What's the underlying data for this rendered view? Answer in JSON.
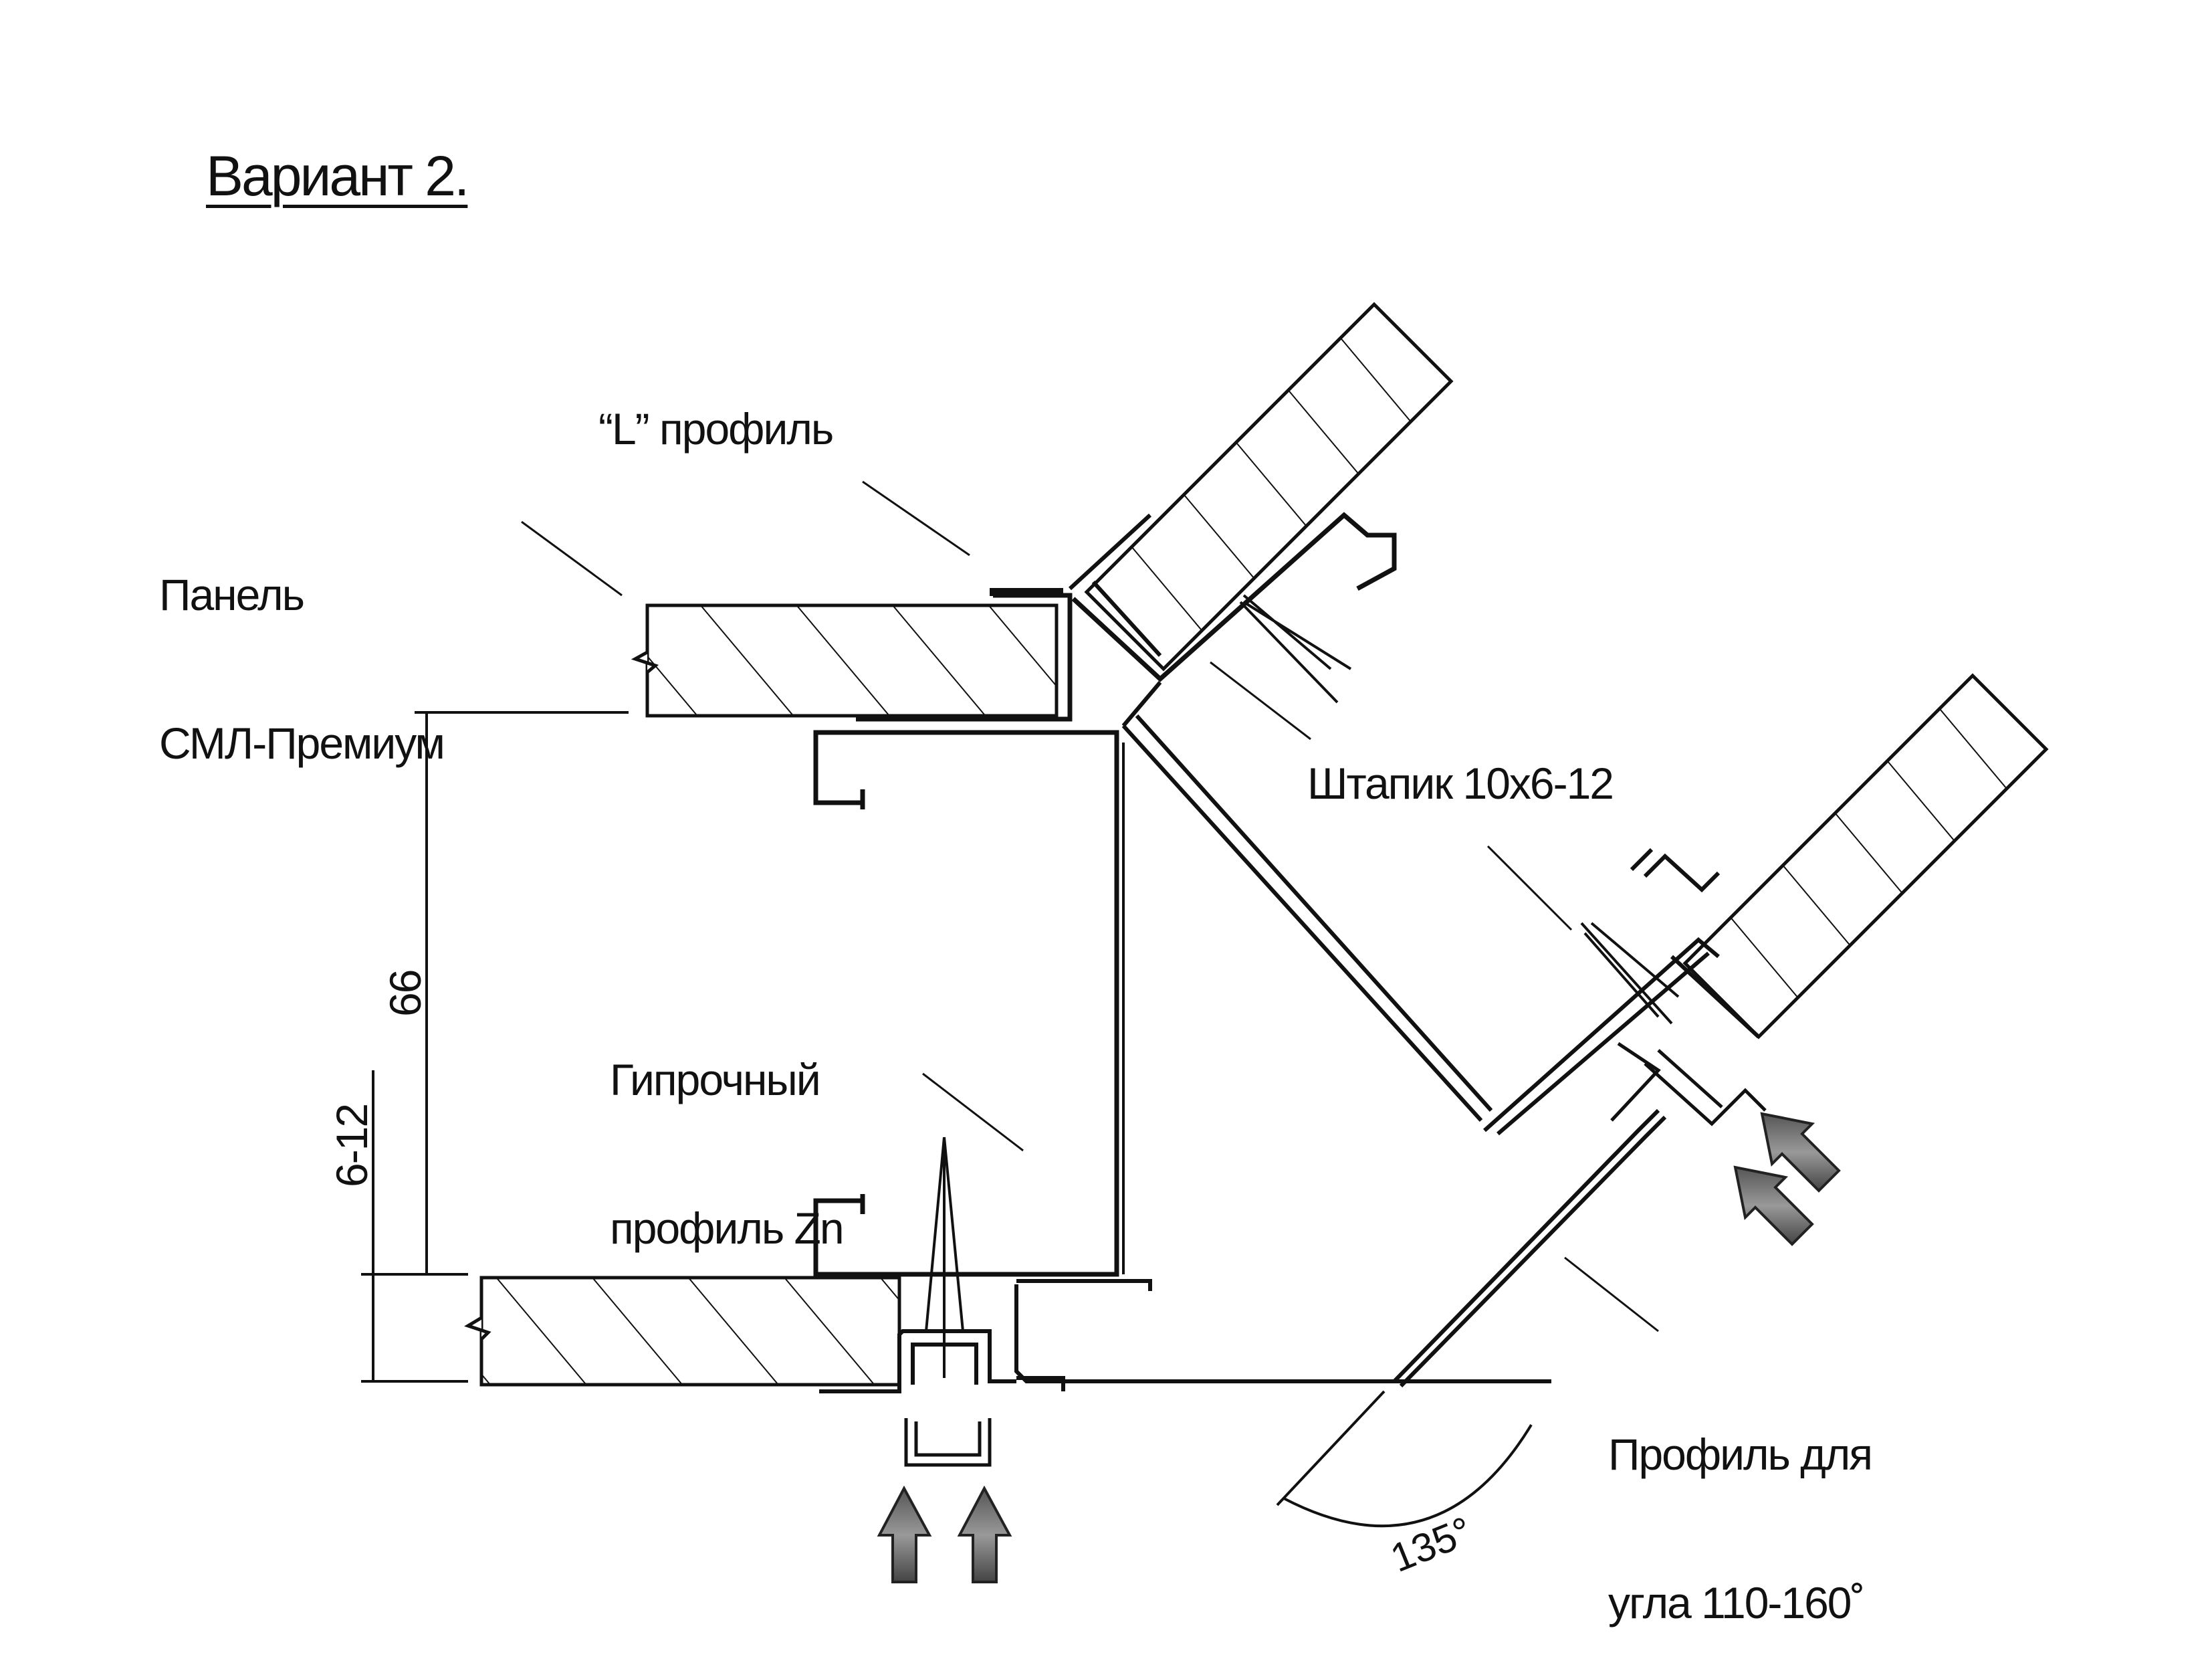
{
  "title": "Вариант 2.",
  "labels": {
    "panel": [
      "Панель",
      "СМЛ-Премиум"
    ],
    "l_profile": "“L” профиль",
    "shtapik": "Штапик 10x6-12",
    "gypsum_profile": [
      "Гипрочный",
      "профиль Zn"
    ],
    "corner_profile": [
      "Профиль для",
      "угла 110-160˚"
    ]
  },
  "dimensions": {
    "height": "66",
    "gap": "6-12",
    "angle": "135°"
  },
  "colors": {
    "ink": "#111111",
    "arrow_fill": "#777777",
    "background": "#ffffff"
  }
}
